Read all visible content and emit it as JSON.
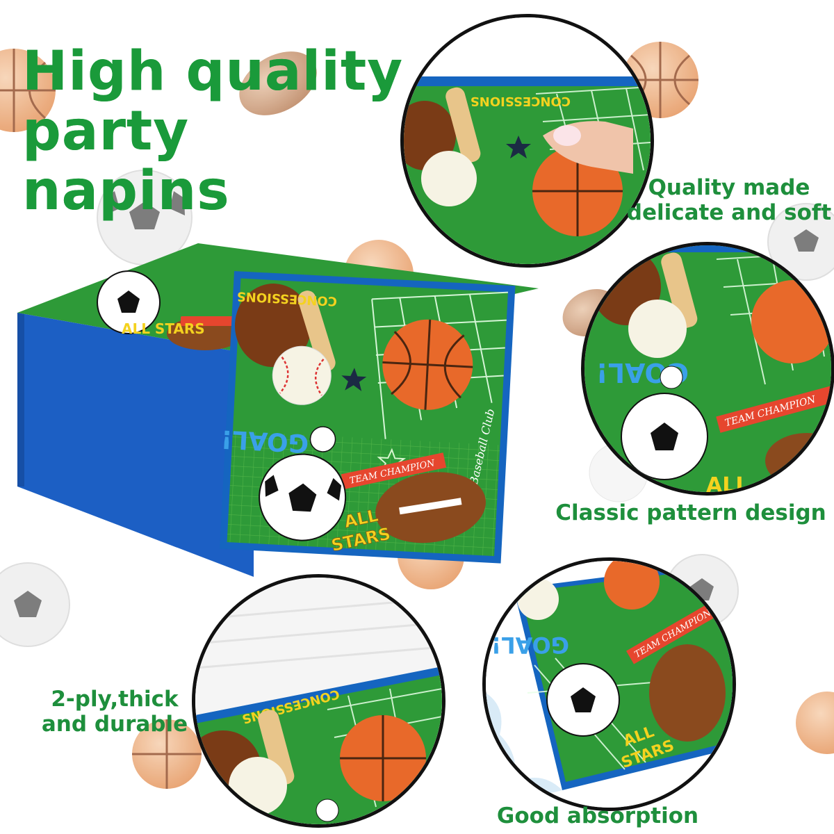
{
  "headline": {
    "line1": "High quality",
    "line2": "party napins"
  },
  "callouts": {
    "soft": {
      "line1": "Quality made",
      "line2": "delicate and soft"
    },
    "pattern": "Classic pattern design",
    "ply": {
      "line1": "2-ply,thick",
      "line2": "and durable"
    },
    "absorption": "Good absorption"
  },
  "napkin": {
    "concessions": "CONCESSIONS",
    "goal": "GOAL!",
    "team_champion": "TEAM CHAMPION",
    "baseball_club": "Baseball Club",
    "all": "ALL",
    "stars": "STARS"
  },
  "colors": {
    "headline": "#1a9a3a",
    "napkin_green": "#2e9a38",
    "napkin_border": "#1565c0",
    "stack_blue": "#1c5fc4"
  }
}
